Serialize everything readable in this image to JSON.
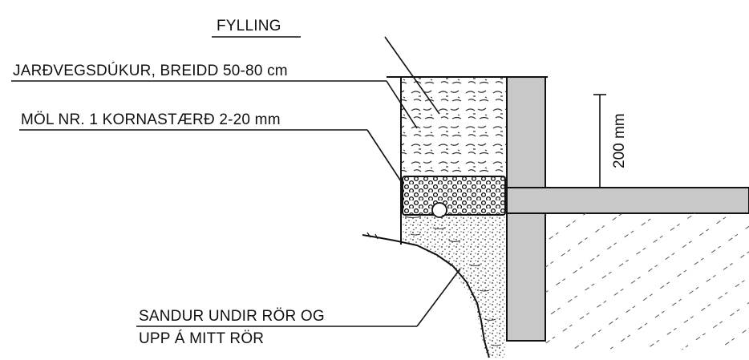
{
  "labels": {
    "fill": "FYLLING",
    "geotextile": "JARÐVEGSDÚKUR, BREIDD 50-80 cm",
    "gravel": "MÖL NR. 1 KORNASTÆRÐ 2-20 mm",
    "sand_line1": "SANDUR UNDIR RÖR OG",
    "sand_line2": "UPP Á MITT RÖR"
  },
  "dimension": {
    "label": "200 mm"
  },
  "colors": {
    "ink": "#111111",
    "wall": "#c8c8c8"
  }
}
